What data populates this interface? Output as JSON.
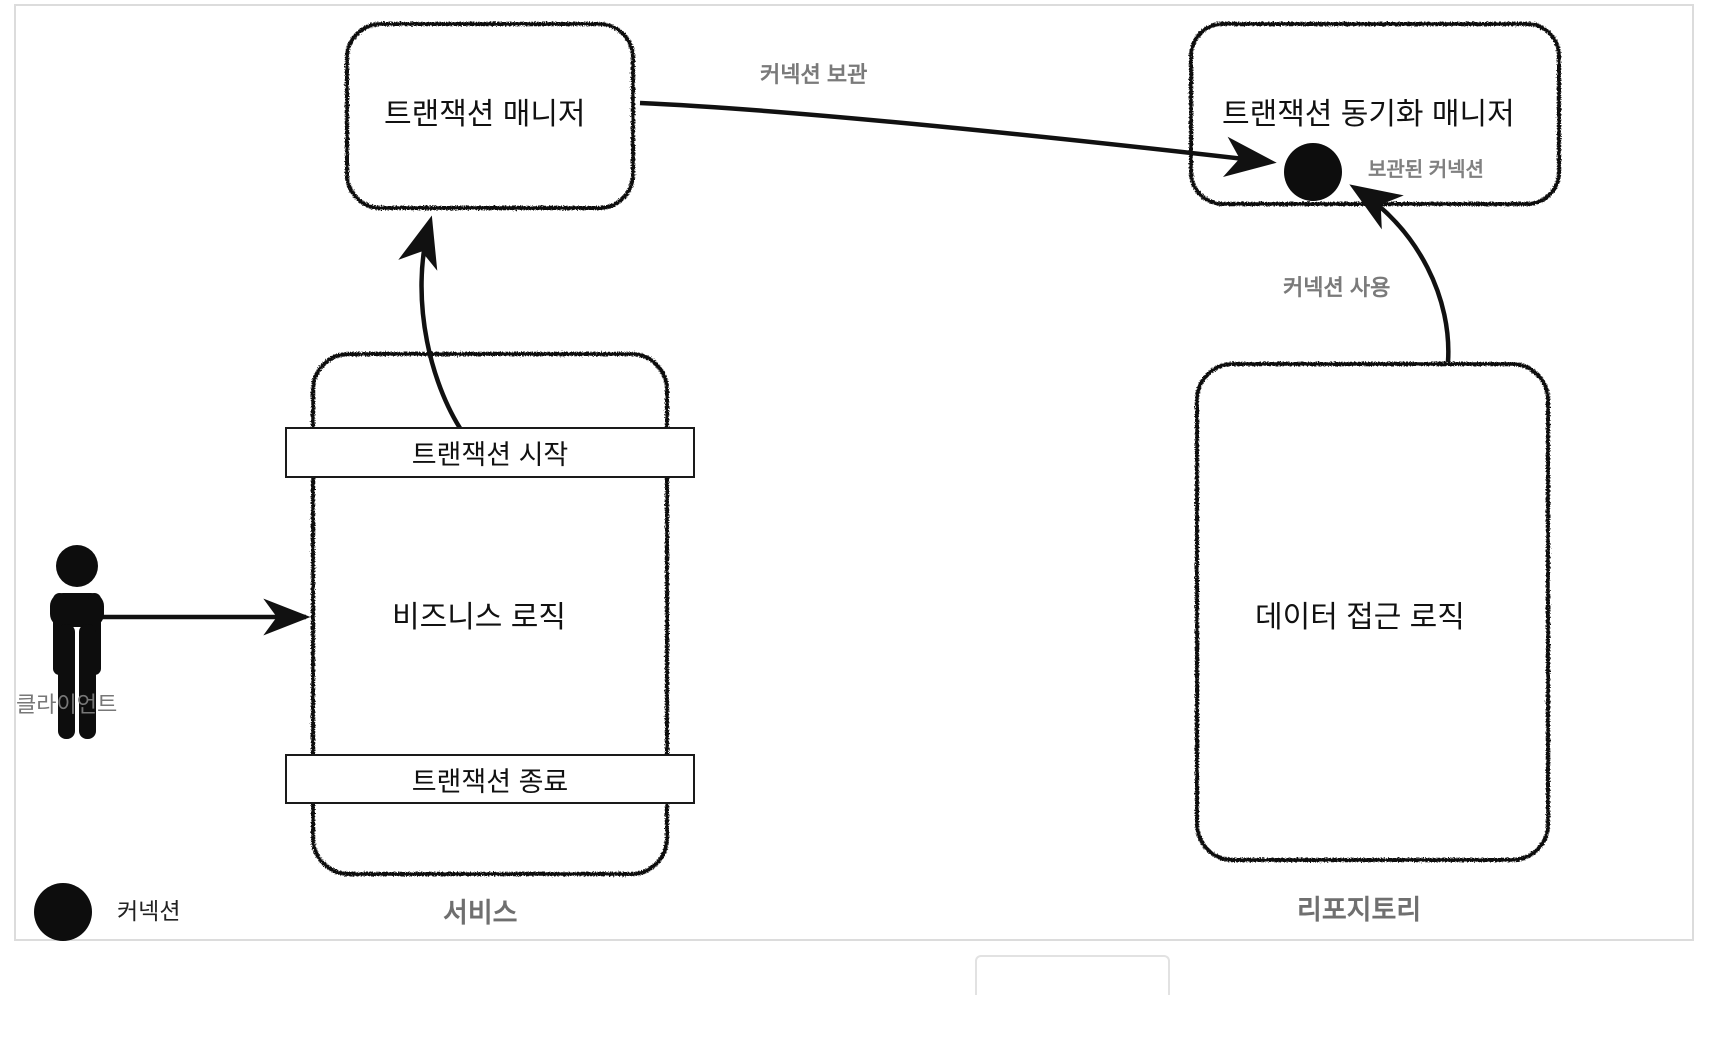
{
  "diagram": {
    "nodes": {
      "transaction_manager": {
        "label": "트랜잭션 매니저"
      },
      "transaction_sync_manager": {
        "label": "트랜잭션 동기화 매니저"
      },
      "business_logic": {
        "label": "비즈니스 로직"
      },
      "data_access_logic": {
        "label": "데이터 접근 로직"
      },
      "tx_begin_bar": {
        "label": "트랜잭션 시작"
      },
      "tx_end_bar": {
        "label": "트랜잭션 종료"
      }
    },
    "group_labels": {
      "service": "서비스",
      "repository": "리포지토리"
    },
    "actor": {
      "label": "클라이언트"
    },
    "edges": [
      {
        "name": "store-connection",
        "label": "커넥션 보관"
      },
      {
        "name": "stored-connection",
        "label": "보관된 커넥션"
      },
      {
        "name": "use-connection",
        "label": "커넥션 사용"
      }
    ],
    "legend": {
      "connection": "커넥션"
    },
    "colors": {
      "stroke": "#111111",
      "muted_text": "#7a7a7a",
      "frame": "#dcdcdc",
      "node_fill": "#ffffff"
    }
  }
}
